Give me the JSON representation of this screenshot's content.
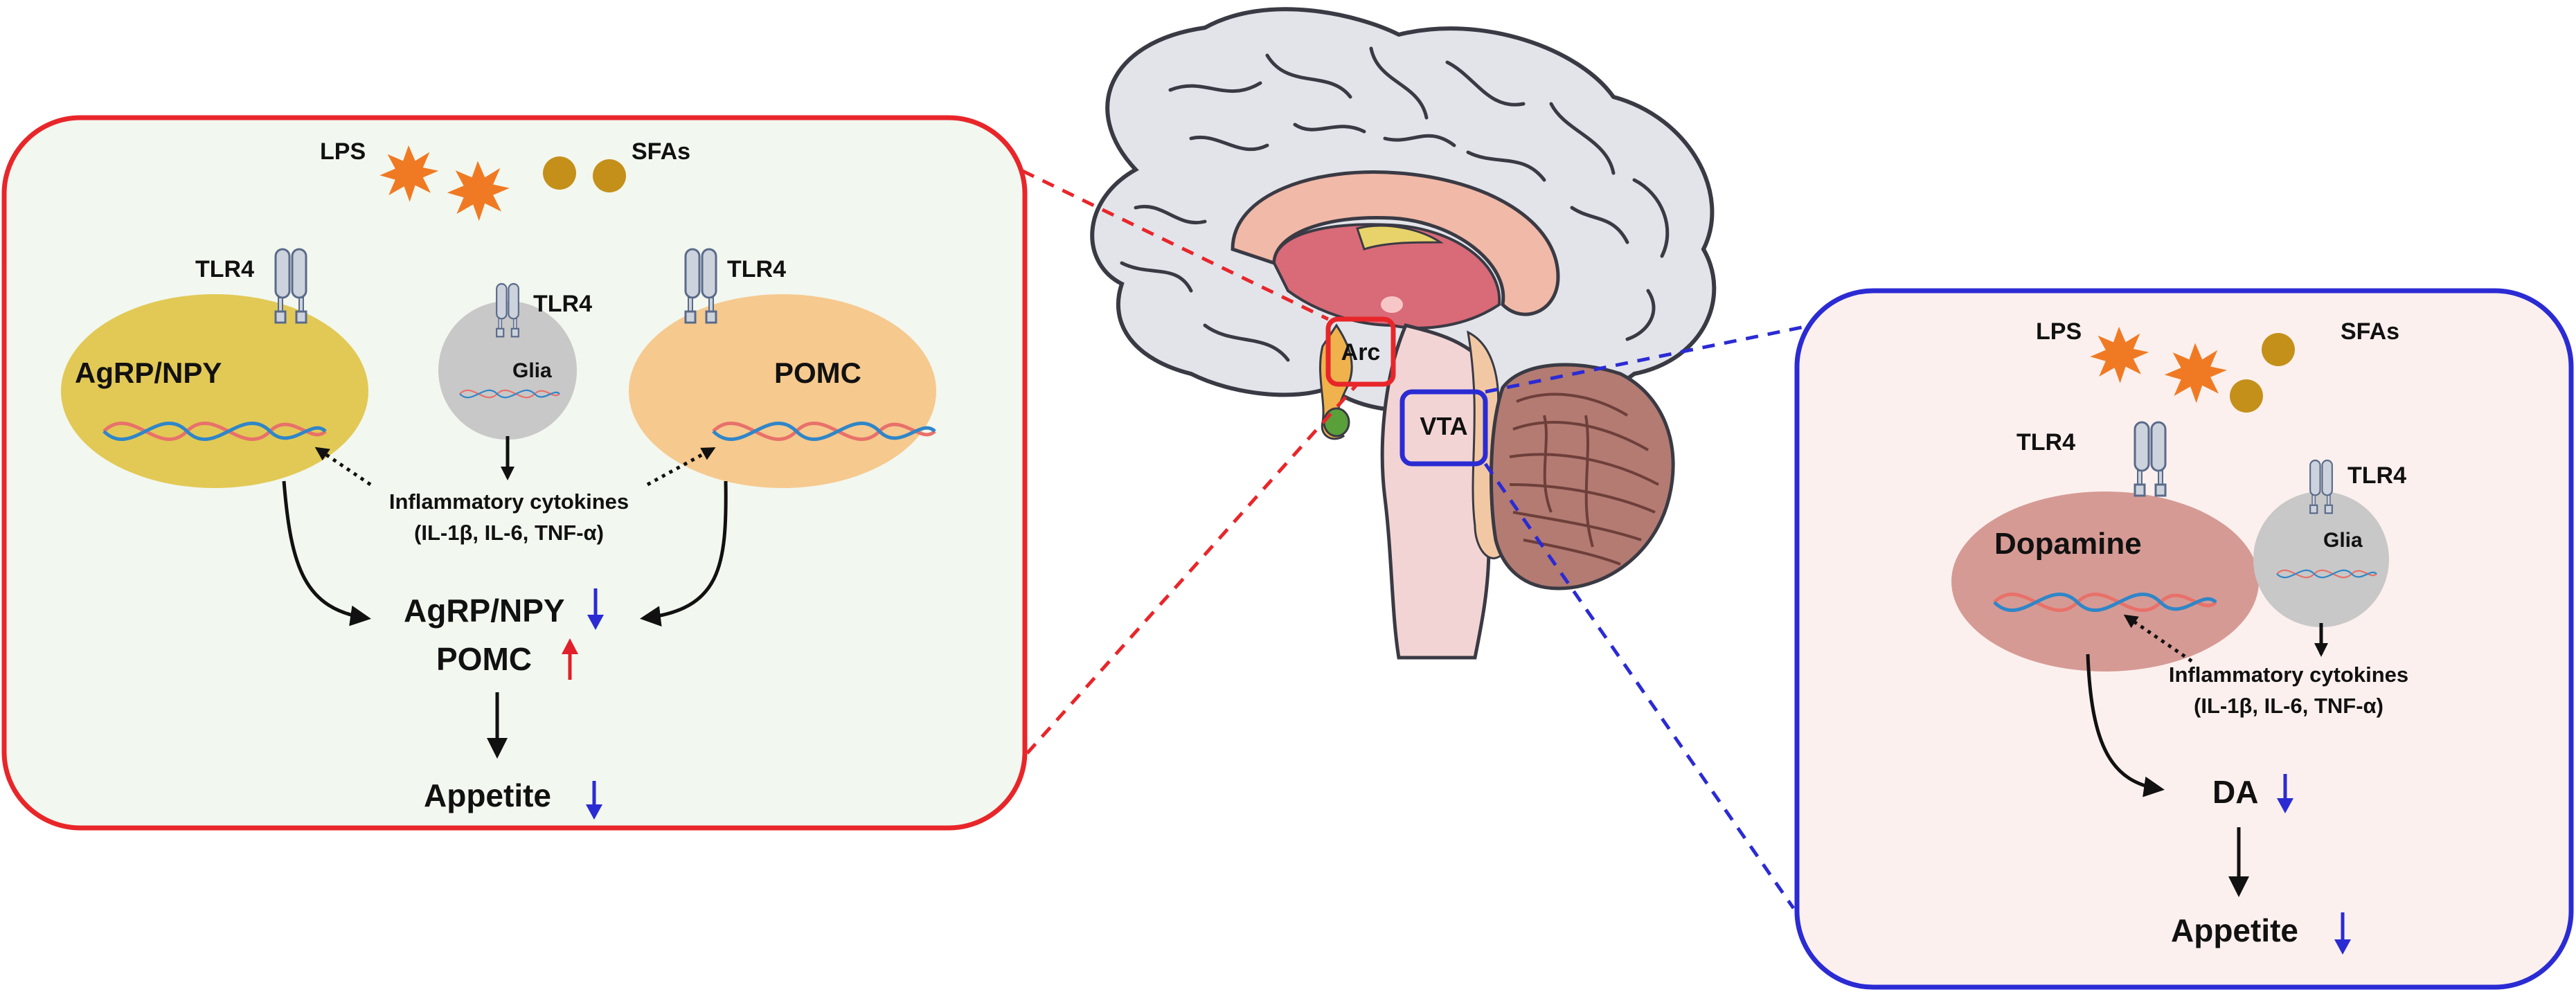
{
  "left_panel": {
    "lps": "LPS",
    "sfas": "SFAs",
    "tlr4_left": "TLR4",
    "tlr4_glia": "TLR4",
    "tlr4_right": "TLR4",
    "agrp_cell": "AgRP/NPY",
    "glia": "Glia",
    "pomc_cell": "POMC",
    "cytokines_title": "Inflammatory cytokines",
    "cytokines_list": "(IL-1β, IL-6, TNF-α)",
    "agrp_result": "AgRP/NPY",
    "pomc_result": "POMC",
    "appetite": "Appetite"
  },
  "brain": {
    "arc_label": "Arc",
    "vta_label": "VTA"
  },
  "right_panel": {
    "lps": "LPS",
    "sfas": "SFAs",
    "tlr4_dopamine": "TLR4",
    "tlr4_glia": "TLR4",
    "dopamine_cell": "Dopamine",
    "glia": "Glia",
    "cytokines_title": "Inflammatory cytokines",
    "cytokines_list": "(IL-1β, IL-6, TNF-α)",
    "da_result": "DA",
    "appetite": "Appetite"
  },
  "colors": {
    "arc_frame": "#e8262a",
    "vta_frame": "#2b2bd4",
    "left_panel_bg": "#f2f7ef",
    "right_panel_bg": "#fbf0ee",
    "agrp_cell": "#e2c955",
    "pomc_cell": "#f6c98e",
    "dopamine_cell": "#d69a94",
    "glia_cell": "#c8c8c8",
    "lps_star": "#f07a23",
    "sfa_dot": "#c4901a",
    "down_arrow": "#2b2bd4",
    "up_arrow": "#e0202a"
  },
  "icons": {
    "lps": "starburst-icon",
    "sfa": "circle-icon",
    "tlr4": "receptor-icon",
    "dna": "dna-icon"
  }
}
